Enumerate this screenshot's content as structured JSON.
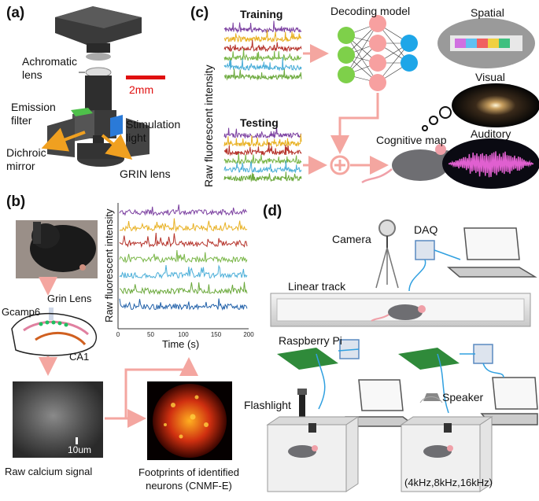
{
  "panels": {
    "a": {
      "label": "(a)",
      "achromatic_lens": "Achromatic\nlens",
      "emission_filter": "Emission\nfilter",
      "dichroic_mirror": "Dichroic\nmirror",
      "stimulation_light": "Stimulation\nlight",
      "grin_lens": "GRIN lens",
      "scale_bar": "2mm"
    },
    "b": {
      "label": "(b)",
      "grin_lens": "Grin Lens",
      "gcamp": "Gcamp6",
      "ca1": "CA1",
      "raw_signal": "Raw calcium signal",
      "scale": "10um",
      "footprints": "Footprints of identified\nneurons (CNMF-E)",
      "trace_ylabel": "Raw fluorescent intensity",
      "trace_xlabel": "Time (s)"
    },
    "c": {
      "label": "(c)",
      "ylabel": "Raw fluorescent intensity",
      "training": "Training",
      "testing": "Testing",
      "decoding_model": "Decoding model",
      "cognitive_map": "Cognitive map",
      "spatial": "Spatial",
      "visual": "Visual",
      "auditory": "Auditory"
    },
    "d": {
      "label": "(d)",
      "camera": "Camera",
      "daq": "DAQ",
      "linear_track": "Linear track",
      "raspberry_pi": "Raspberry Pi",
      "flashlight": "Flashlight",
      "speaker": "Speaker",
      "frequencies": "(4kHz,8kHz,16kHz)"
    }
  },
  "chart_data": {
    "type": "line",
    "title": "",
    "xlabel": "Time (s)",
    "ylabel": "Raw fluorescent intensity",
    "xlim": [
      0,
      200
    ],
    "x_ticks": [
      0,
      50,
      100,
      150,
      200
    ],
    "series": [
      {
        "color": "#7b3fa0"
      },
      {
        "color": "#e8b020"
      },
      {
        "color": "#b5322a"
      },
      {
        "color": "#7ab648"
      },
      {
        "color": "#4aaed8"
      },
      {
        "color": "#6aa83a"
      },
      {
        "color": "#1f5fa8"
      }
    ]
  },
  "colors": {
    "arrow": "#f4a6a0",
    "scale_bar": "#e01010",
    "node_green": "#7ed04a",
    "node_pink": "#f7a0a0",
    "node_blue": "#1ea6e8"
  }
}
